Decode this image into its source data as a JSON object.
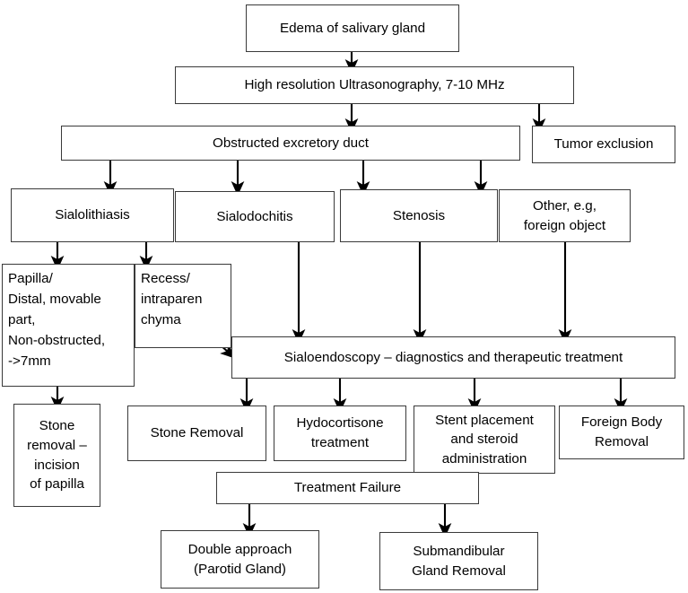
{
  "diagram": {
    "title": "Edema of salivary gland diagnostic and therapeutic algorithm",
    "line_color": "#000000",
    "box_border_color": "#3a3a3a",
    "background": "#ffffff"
  },
  "nodes": {
    "edema": {
      "label": "Edema of salivary gland"
    },
    "ultrasonography": {
      "label": "High resolution Ultrasonography, 7-10 MHz"
    },
    "obstructed_duct": {
      "label": "Obstructed excretory duct"
    },
    "tumor_exclusion": {
      "label": "Tumor exclusion"
    },
    "sialolithiasis": {
      "label": "Sialolithiasis"
    },
    "sialodochitis": {
      "label": "Sialodochitis"
    },
    "stenosis": {
      "label": "Stenosis"
    },
    "other_foreign_object": {
      "label": "Other, e.g,\nforeign object"
    },
    "papilla_distal": {
      "label": "Papilla/\nDistal, movable\npart,\nNon-obstructed,\n->7mm"
    },
    "recess_intraparenchyma": {
      "label": "Recess/\nintraparen\nchyma"
    },
    "sialoendoscopy": {
      "label": "Sialoendoscopy – diagnostics and therapeutic treatment"
    },
    "stone_removal_incision": {
      "label": "Stone\nremoval –\nincision\nof papilla"
    },
    "stone_removal": {
      "label": "Stone Removal"
    },
    "hydocortisone": {
      "label": "Hydocortisone\ntreatment"
    },
    "stent_placement": {
      "label": "Stent placement\nand steroid\nadministration"
    },
    "foreign_body_removal": {
      "label": "Foreign Body\nRemoval"
    },
    "treatment_failure": {
      "label": "Treatment Failure"
    },
    "double_approach": {
      "label": "Double approach\n(Parotid Gland)"
    },
    "submandibular_removal": {
      "label": "Submandibular\nGland Removal"
    }
  }
}
